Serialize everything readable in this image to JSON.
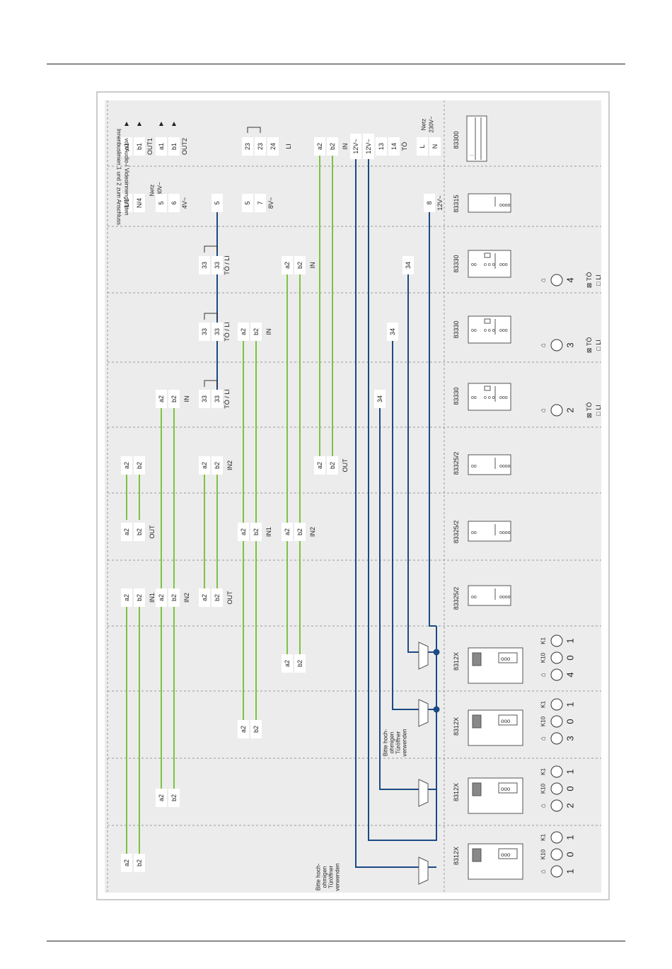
{
  "devices": {
    "models": [
      "8312X",
      "8312X",
      "8312X",
      "8312X",
      "83325/2",
      "83325/2",
      "83325/2",
      "83330",
      "83330",
      "83330",
      "83315",
      "83300"
    ],
    "calls": [
      {
        "tens": "0",
        "ones": "1",
        "bell": "1",
        "k10": "K10",
        "k1": "K1"
      },
      {
        "tens": "0",
        "ones": "1",
        "bell": "2",
        "k10": "K10",
        "k1": "K1"
      },
      {
        "tens": "0",
        "ones": "1",
        "bell": "3",
        "k10": "K10",
        "k1": "K1"
      },
      {
        "tens": "0",
        "ones": "1",
        "bell": "4",
        "k10": "K10",
        "k1": "K1"
      }
    ],
    "monitors": [
      {
        "number": "2",
        "opt_to": "⊠ TÖ",
        "opt_li": "□ LI"
      },
      {
        "number": "3",
        "opt_to": "⊠ TÖ",
        "opt_li": "□ LI"
      },
      {
        "number": "4",
        "opt_to": "⊠ TÖ",
        "opt_li": "□ LI"
      }
    ]
  },
  "notes": {
    "opener1": [
      "Bitte hoch-",
      "ohmigen",
      "Türöffner",
      "verwenden"
    ],
    "opener2": [
      "Bitte hoch-",
      "ohmigen",
      "Türöffner",
      "verwenden"
    ],
    "innenbus": [
      "Innenbuslinien 1 und 2 zum Anschluss",
      "von Audio-/ Videoinnengeräten"
    ]
  },
  "labels": {
    "a2": "a2",
    "b2": "b2",
    "a1": "a1",
    "b1": "b1",
    "in": "IN",
    "in1": "IN1",
    "in2": "IN2",
    "out": "OUT",
    "out1": "OUT1",
    "out2": "OUT2",
    "t33": "33",
    "t34": "34",
    "t23": "23",
    "t24": "24",
    "t5": "5",
    "t6": "6",
    "t7": "7",
    "t8": "8",
    "t13": "13",
    "t14": "14",
    "tol": "TÖ / LI",
    "to": "TÖ",
    "li": "LI",
    "tilde12": "12V~",
    "v4": "4V~",
    "v8": "8V~",
    "l1": "L/1",
    "n4": "N/4",
    "netz": "Netz",
    "v230": "230V~",
    "L": "L",
    "N": "N"
  },
  "colors": {
    "bus": "#7dc242",
    "power": "#1b4a84",
    "panel": "#ececec",
    "border": "#bbbbbb"
  }
}
